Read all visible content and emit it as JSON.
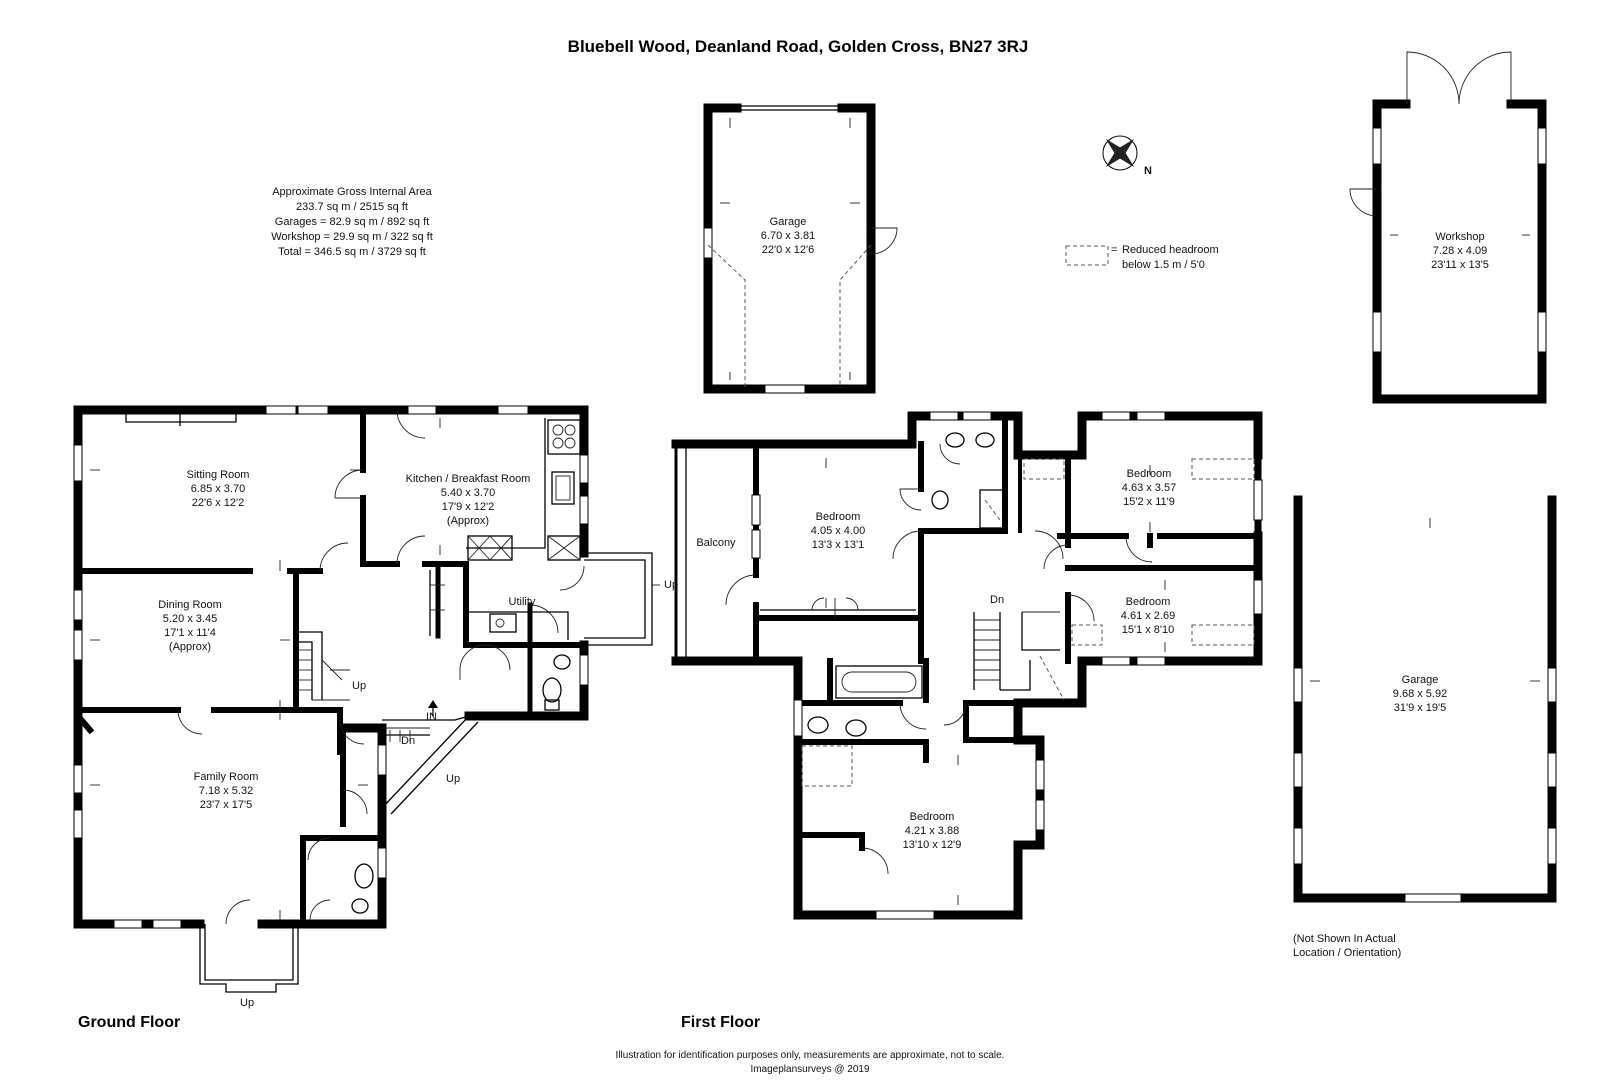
{
  "title": "Bluebell Wood, Deanland Road, Golden Cross, BN27 3RJ",
  "area": {
    "heading": "Approximate Gross Internal Area",
    "main": "233.7 sq m / 2515 sq ft",
    "garages": "Garages = 82.9 sq m / 892 sq ft",
    "workshop": "Workshop = 29.9 sq m / 322 sq ft",
    "total": "Total = 346.5 sq m / 3729 sq ft"
  },
  "compass": {
    "label": "N"
  },
  "legend": {
    "line1": "Reduced headroom",
    "line2": "below 1.5 m / 5'0"
  },
  "floors": {
    "ground": "Ground Floor",
    "first": "First Floor"
  },
  "rooms": {
    "sitting": {
      "name": "Sitting Room",
      "metric": "6.85 x 3.70",
      "imperial": "22'6 x 12'2"
    },
    "kitchen": {
      "name": "Kitchen / Breakfast Room",
      "metric": "5.40 x 3.70",
      "imperial": "17'9 x 12'2",
      "note": "(Approx)"
    },
    "dining": {
      "name": "Dining Room",
      "metric": "5.20 x 3.45",
      "imperial": "17'1 x 11'4",
      "note": "(Approx)"
    },
    "family": {
      "name": "Family Room",
      "metric": "7.18 x 5.32",
      "imperial": "23'7 x 17'5"
    },
    "utility": {
      "name": "Utility"
    },
    "garage_top": {
      "name": "Garage",
      "metric": "6.70 x 3.81",
      "imperial": "22'0 x 12'6"
    },
    "workshop": {
      "name": "Workshop",
      "metric": "7.28 x 4.09",
      "imperial": "23'11 x 13'5"
    },
    "garage_big": {
      "name": "Garage",
      "metric": "9.68 x 5.92",
      "imperial": "31'9 x 19'5"
    },
    "balcony": {
      "name": "Balcony"
    },
    "bed1": {
      "name": "Bedroom",
      "metric": "4.05 x 4.00",
      "imperial": "13'3 x 13'1"
    },
    "bed2": {
      "name": "Bedroom",
      "metric": "4.63 x 3.57",
      "imperial": "15'2 x 11'9"
    },
    "bed3": {
      "name": "Bedroom",
      "metric": "4.61 x 2.69",
      "imperial": "15'1 x 8'10"
    },
    "bed4": {
      "name": "Bedroom",
      "metric": "4.21 x 3.88",
      "imperial": "13'10 x 12'9"
    }
  },
  "stair_labels": {
    "up_ground": "Up",
    "in": "IN",
    "dn_ground": "Dn",
    "up_ramp": "Up",
    "up_porch": "Up",
    "up_kitchen": "Up",
    "dn_first": "Dn"
  },
  "notes": {
    "not_shown_1": "(Not Shown In Actual",
    "not_shown_2": "Location / Orientation)",
    "disclaimer": "Illustration for identification purposes only, measurements are approximate, not to scale.",
    "credit": "Imageplansurveys @ 2019"
  }
}
